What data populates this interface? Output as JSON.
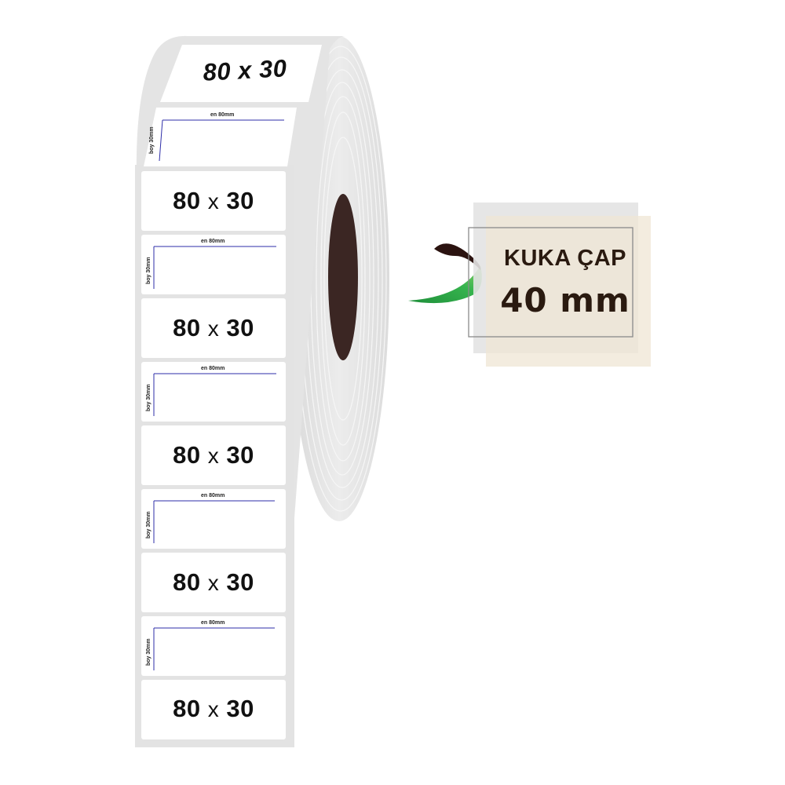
{
  "roll": {
    "label_size_text": "80",
    "label_size_x": "x",
    "label_size_h": "30",
    "top_label_text": "80 x 30",
    "width_dim_text": "en 80mm",
    "height_dim_text": "boy 30mm"
  },
  "badge": {
    "line1": "KUKA ÇAP",
    "line2": "40 mm"
  },
  "colors": {
    "core": "#3b2623",
    "roll_side": "#e4e4e4",
    "label_face": "#ffffff",
    "dimension_line": "#2e2ea8",
    "arrow_green": "#2fb34a",
    "arrow_dark": "#2b1310",
    "badge_gray": "#e3e3e3",
    "badge_beige": "#efe6d4"
  }
}
